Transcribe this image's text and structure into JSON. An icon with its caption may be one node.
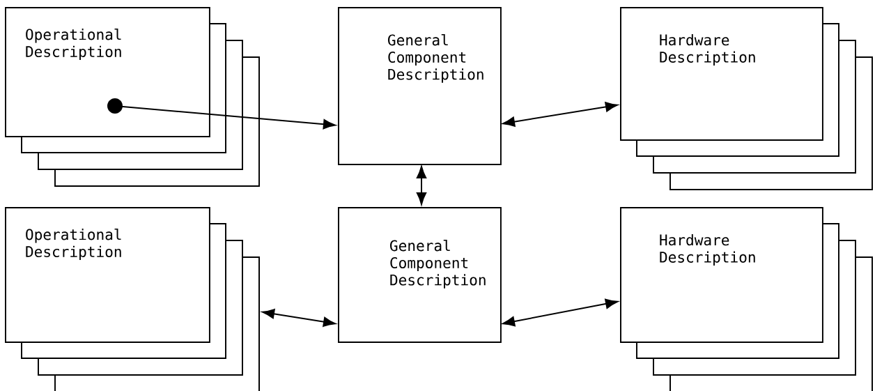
{
  "diagram": {
    "nodes": [
      {
        "text": [
          "Operational Description"
        ]
      },
      {
        "text": [
          "General Component Description"
        ]
      },
      {
        "text": [
          "Hardware Description"
        ]
      },
      {
        "text": [
          "Operational Description"
        ]
      },
      {
        "text": [
          "General Component Description"
        ]
      },
      {
        "text": [
          "Hardware Description"
        ]
      }
    ],
    "edges": [
      {
        "from": 0,
        "to": 1,
        "arrow": "to"
      },
      {
        "from": 1,
        "to": 2,
        "arrow": "both"
      },
      {
        "from": 1,
        "to": 4,
        "arrow": "both"
      },
      {
        "from": 3,
        "to": 4,
        "arrow": "both"
      },
      {
        "from": 4,
        "to": 5,
        "arrow": "both"
      }
    ]
  }
}
